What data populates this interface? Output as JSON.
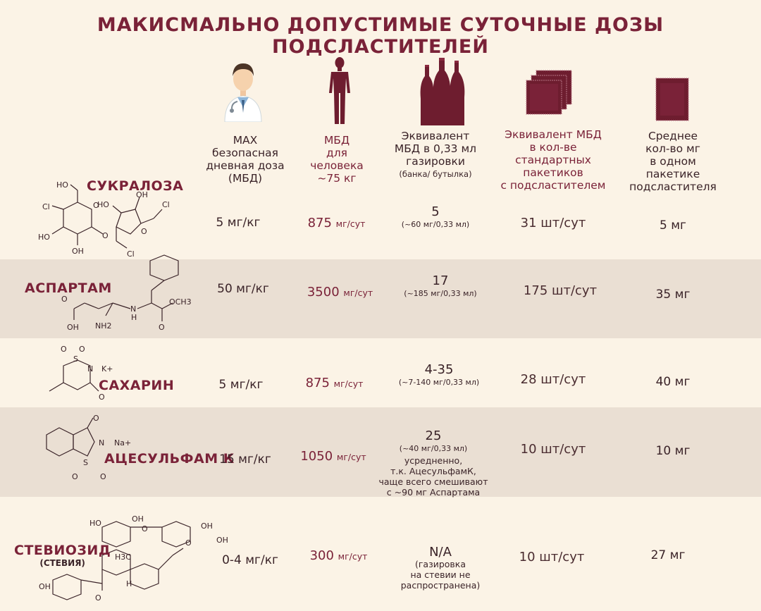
{
  "title": "МАКИСМАЛЬНО ДОПУСТИМЫЕ СУТОЧНЫЕ ДОЗЫ ПОДСЛАСТИТЕЛЕЙ",
  "colors": {
    "maroon": "#7a2238",
    "background": "#fbf3e6",
    "band": "#eadfd3"
  },
  "columns": [
    {
      "icon": "doctor-icon",
      "lines": [
        "MAX",
        "безопасная",
        "дневная доза",
        "(МБД)"
      ]
    },
    {
      "icon": "human-silhouette-icon",
      "lines": [
        "МБД",
        "для",
        "человека",
        "~75 кг"
      ]
    },
    {
      "icon": "soda-bottles-icon",
      "lines": [
        "Эквивалент",
        "МБД в 0,33 мл",
        "газировки"
      ],
      "note": "(банка/ бутылка)"
    },
    {
      "icon": "sweetener-packets-icon",
      "lines": [
        "Эквивалент МБД",
        "в кол-ве",
        "стандартных",
        "пакетиков",
        "с подсластителем"
      ]
    },
    {
      "icon": "single-packet-icon",
      "lines": [
        "Среднее",
        "кол-во мг",
        "в одном",
        "пакетике",
        "подсластителя"
      ]
    }
  ],
  "rows": [
    {
      "name": "СУКРАЛОЗА",
      "subname": "",
      "max": "5 мг/кг",
      "human_value": "875",
      "human_unit": "мг/сут",
      "soda_main": "5",
      "soda_sub": "(~60 мг/0,33 мл)",
      "soda_note": [],
      "packets": "31 шт/сут",
      "mg_per_packet": "5 мг"
    },
    {
      "name": "АСПАРТАМ",
      "subname": "",
      "max": "50 мг/кг",
      "human_value": "3500",
      "human_unit": "мг/сут",
      "soda_main": "17",
      "soda_sub": "(~185 мг/0,33 мл)",
      "soda_note": [],
      "packets": "175 шт/сут",
      "mg_per_packet": "35 мг"
    },
    {
      "name": "САХАРИН",
      "subname": "",
      "max": "5 мг/кг",
      "human_value": "875",
      "human_unit": "мг/сут",
      "soda_main": "4-35",
      "soda_sub": "(~7-140 мг/0,33 мл)",
      "soda_note": [],
      "packets": "28 шт/сут",
      "mg_per_packet": "40 мг"
    },
    {
      "name": "АЦЕСУЛЬФАМ К",
      "subname": "",
      "max": "15 мг/кг",
      "human_value": "1050",
      "human_unit": "мг/сут",
      "soda_main": "25",
      "soda_sub": "(~40 мг/0,33 мл)",
      "soda_note": [
        "усредненно,",
        "т.к. АцесульфамК,",
        "чаще всего смешивают",
        "с ~90 мг Аспартама"
      ],
      "packets": "10 шт/сут",
      "mg_per_packet": "10 мг"
    },
    {
      "name": "СТЕВИОЗИД",
      "subname": "(СТЕВИЯ)",
      "max": "0-4 мг/кг",
      "human_value": "300",
      "human_unit": "мг/сут",
      "soda_main": "N/A",
      "soda_sub": "",
      "soda_note": [
        "(газировка",
        "на стевии не",
        "распространена)"
      ],
      "packets": "10 шт/сут",
      "mg_per_packet": "27 мг"
    }
  ],
  "molecule_labels": {
    "sucralose": [
      "HO",
      "Cl",
      "O",
      "HO",
      "OH",
      "HO",
      "OH",
      "O",
      "Cl",
      "O",
      "Cl"
    ],
    "aspartame": [
      "O",
      "OH",
      "NH2",
      "N",
      "H",
      "O",
      "OCH3"
    ],
    "saccharin": [
      "O",
      "S",
      "O",
      "N",
      "K+",
      "O"
    ],
    "acesulfame": [
      "O",
      "N",
      "Na+",
      "S",
      "O",
      "O"
    ],
    "stevioside": [
      "HO",
      "OH",
      "O",
      "OH",
      "O",
      "OH",
      "H3C",
      "H",
      "O",
      "OH"
    ]
  }
}
